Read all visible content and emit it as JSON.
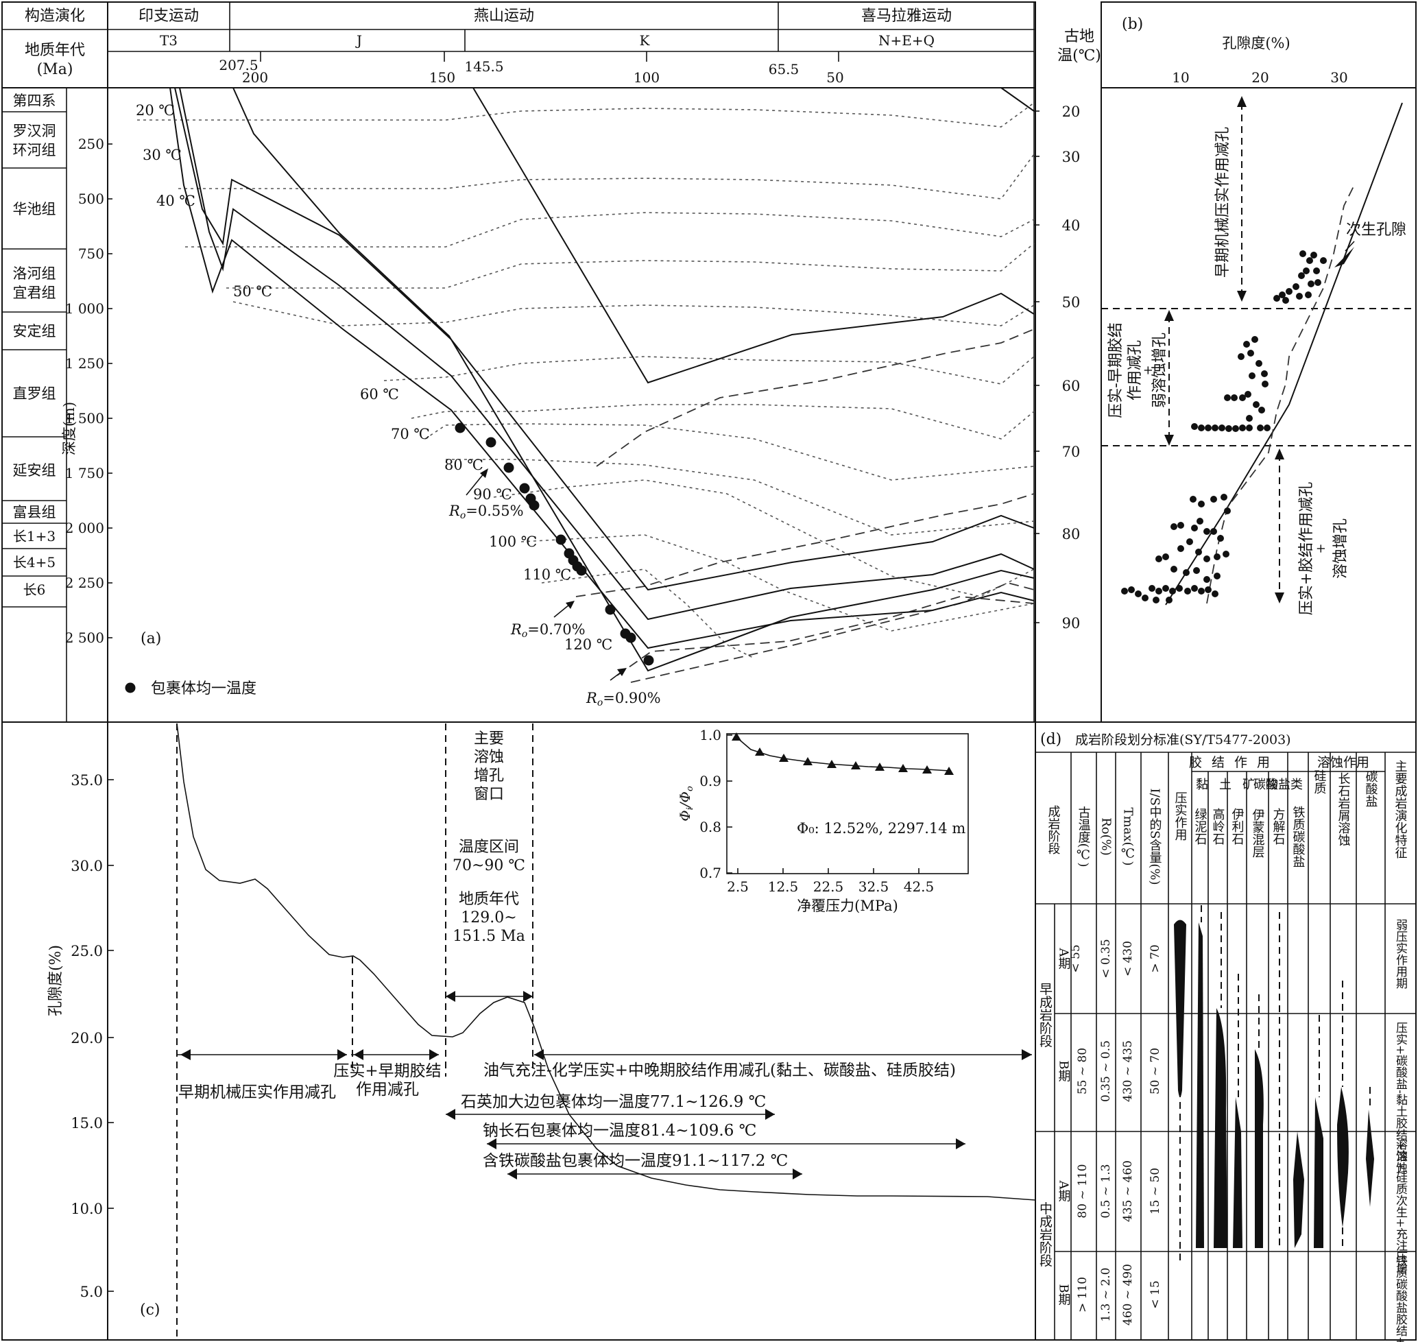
{
  "panel_a": {
    "header": {
      "row1_label": "构造演化",
      "row2_label_1": "地质年代",
      "row2_label_2": "(Ma)",
      "movements": [
        "印支运动",
        "燕山运动",
        "喜马拉雅运动"
      ],
      "periods": [
        "T3",
        "J",
        "K",
        "N+E+Q"
      ],
      "age_ticks": [
        "207.5",
        "200",
        "150",
        "145.5",
        "100",
        "65.5",
        "50"
      ],
      "paleotemp_label_1": "古地",
      "paleotemp_label_2": "温(℃)"
    },
    "formations": [
      "第四系",
      "罗汉洞",
      "环河组",
      "华池组",
      "洛河组",
      "宜君组",
      "安定组",
      "直罗组",
      "延安组",
      "富县组",
      "长1+3",
      "长4+5",
      "长6"
    ],
    "depth_label": "深度(m)",
    "depth_ticks": [
      "250",
      "500",
      "750",
      "1 000",
      "1 250",
      "1 500",
      "1 750",
      "2 000",
      "2 250",
      "2 500"
    ],
    "temp_ticks": [
      "20",
      "30",
      "40",
      "50",
      "60",
      "70",
      "80",
      "90"
    ],
    "isotherms": [
      "20 ℃",
      "30 ℃",
      "40 ℃",
      "50 ℃",
      "60 ℃",
      "70 ℃",
      "80 ℃",
      "90 ℃",
      "100 ℃",
      "110 ℃",
      "120 ℃"
    ],
    "ro_labels": [
      "=0.55%",
      "=0.70%",
      "=0.90%"
    ],
    "ro_symbol": "R",
    "ro_sub": "o",
    "panel_label": "(a)",
    "legend": "包裹体均一温度"
  },
  "panel_b": {
    "panel_label": "(b)",
    "axis_label": "孔隙度(%)",
    "ticks": [
      "10",
      "20",
      "30"
    ],
    "secondary_pore": "次生孔隙",
    "zone1": "早期机械压实作用减孔",
    "zone2_a": "压实-早期胶结",
    "zone2_b": "作用减孔",
    "zone2_c": "+",
    "zone2_d": "弱溶蚀增孔",
    "zone3_a": "压实+胶结作用减孔",
    "zone3_b": "+",
    "zone3_c": "溶蚀增孔"
  },
  "panel_c": {
    "panel_label": "(c)",
    "y_label": "孔隙度(%)",
    "y_ticks": [
      "35.0",
      "30.0",
      "25.0",
      "20.0",
      "15.0",
      "10.0",
      "5.0"
    ],
    "window_title": [
      "主要",
      "溶蚀",
      "增孔",
      "窗口"
    ],
    "temp_range_label": "温度区间",
    "temp_range_value": "70~90 ℃",
    "age_label": "地质年代",
    "age_value_1": "129.0~",
    "age_value_2": "151.5 Ma",
    "stage1": "早期机械压实作用减孔",
    "stage2_a": "压实+早期胶结",
    "stage2_b": "作用减孔",
    "stage3": "油气充注-化学压实+中晚期胶结作用减孔(黏土、碳酸盐、硅质胶结)",
    "quartz": "石英加大边包裹体均一温度77.1~126.9 ℃",
    "albite": "钠长石包裹体均一温度81.4~109.6 ℃",
    "carbonate": "含铁碳酸盐包裹体均一温度91.1~117.2 ℃",
    "inset": {
      "x_label": "净覆压力(MPa)",
      "y_label_main": "Φ",
      "y_label_sub_i": "i",
      "y_label_sep": "/",
      "y_label_sub_o": "o",
      "note": "Φ₀: 12.52%, 2297.14 m",
      "x_ticks": [
        "2.5",
        "12.5",
        "22.5",
        "32.5",
        "42.5"
      ],
      "y_ticks": [
        "1.0",
        "0.9",
        "0.8",
        "0.7"
      ]
    }
  },
  "panel_d": {
    "panel_label": "(d)",
    "title": "成岩阶段划分标准(SY/T5477-2003)",
    "cementation": "胶结作用",
    "dissolution": "溶蚀作用",
    "col_stage": "成岩阶段",
    "col_temp": "古温度(℃)",
    "col_ro": "Ro(%)",
    "col_tmax": "Tmax(℃)",
    "col_is": "I/S中的S含量(%)",
    "col_compaction": "压实作用",
    "clay": "黏土矿物",
    "carbonate": "碳酸盐类",
    "minerals": [
      "绿泥石",
      "高岭石",
      "伊利石",
      "伊蒙混层",
      "方解石",
      "铁质碳酸盐",
      "硅质",
      "长石岩屑溶蚀",
      "碳酸盐"
    ],
    "col_main": "主要成岩演化特征",
    "stage_early": "早成岩阶段",
    "stage_mid": "中成岩阶段",
    "sub_a": "A期",
    "sub_b": "B期",
    "rows": [
      {
        "temp": "< 55",
        "ro": "< 0.35",
        "tmax": "< 430",
        "is": "> 70",
        "feature": "弱压实作用期"
      },
      {
        "temp": "55 ~ 80",
        "ro": "0.35 ~ 0.5",
        "tmax": "430 ~ 435",
        "is": "50 ~ 70",
        "feature": "压实+碳酸盐-黏土胶结+溶蚀"
      },
      {
        "temp": "80 ~ 110",
        "ro": "0.5 ~ 1.3",
        "tmax": "435 ~ 460",
        "is": "15 ~ 50",
        "feature": "溶蚀+硅质次生+充注压增"
      },
      {
        "temp": "> 110",
        "ro": "1.3 ~ 2.0",
        "tmax": "460 ~ 490",
        "is": "< 15",
        "feature": "铁质碳酸盐胶结+微孔+致密"
      }
    ]
  }
}
